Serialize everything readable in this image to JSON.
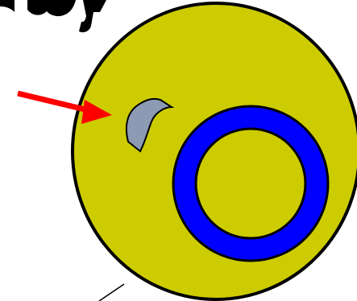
{
  "diagram": {
    "cropped_title_text": "",
    "colors": {
      "background": "#ffffff",
      "cell_fill": "#cccc00",
      "cell_outline": "#000000",
      "ring_fill": "#0000ff",
      "ring_outline": "#000000",
      "ring_center": "#cccc00",
      "crescent_fill": "#8c9bb3",
      "crescent_outline": "#000000",
      "arrow": "#ff0000",
      "leader_line": "#000000"
    },
    "shapes": {
      "cell": "large-yellow-circle",
      "organelle": "blue-ring",
      "small_part": "gray-crescent",
      "pointer": "red-arrow",
      "line": "black-diagonal-line"
    }
  }
}
